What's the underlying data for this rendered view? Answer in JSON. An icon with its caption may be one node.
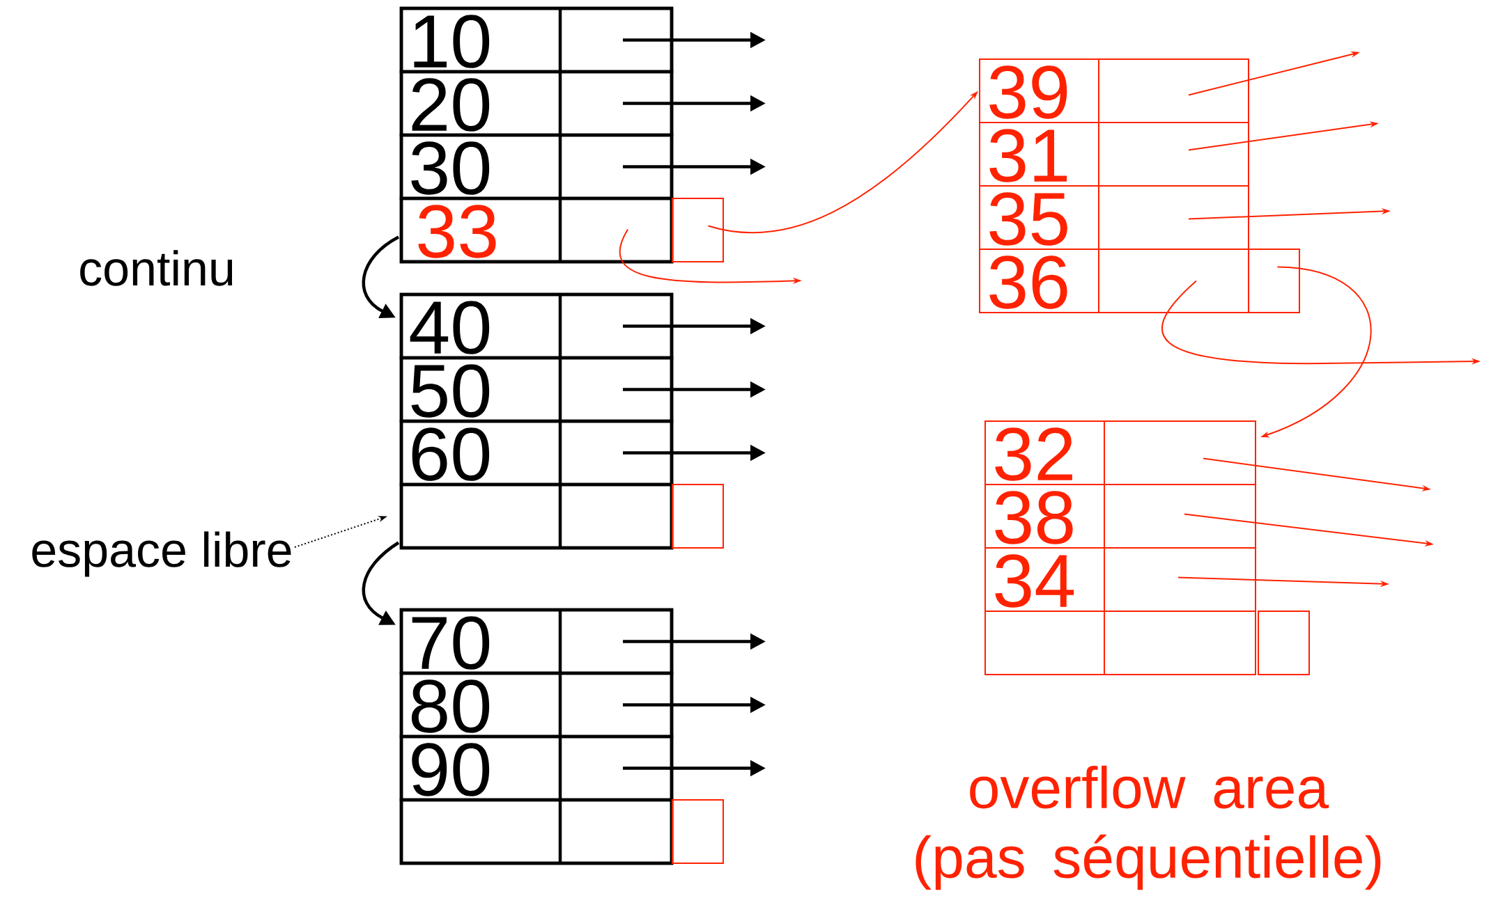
{
  "diagram": {
    "nodes": [
      {
        "text": [],
        "shape": "box"
      },
      {
        "text": [
          "10"
        ],
        "in": 0
      },
      {
        "text": [
          "20"
        ],
        "in": 0
      },
      {
        "text": [
          "30"
        ],
        "in": 0
      },
      {
        "text": [
          "33"
        ],
        "in": 0
      },
      {
        "text": [],
        "shape": "box"
      },
      {
        "text": [],
        "shape": "box"
      },
      {
        "text": [
          "40"
        ],
        "in": 6
      },
      {
        "text": [
          "50"
        ],
        "in": 6
      },
      {
        "text": [
          "60"
        ],
        "in": 6
      },
      {
        "text": [],
        "shape": "box",
        "in": 6
      },
      {
        "text": [],
        "shape": "box"
      },
      {
        "text": [
          "espace libre"
        ]
      },
      {
        "text": [],
        "shape": "box"
      },
      {
        "text": [
          "70"
        ],
        "in": 13
      },
      {
        "text": [
          "80"
        ],
        "in": 13
      },
      {
        "text": [
          "90"
        ],
        "in": 13
      },
      {
        "text": [],
        "shape": "box",
        "in": 13
      },
      {
        "text": [],
        "shape": "box"
      },
      {
        "text": [],
        "shape": "box"
      },
      {
        "text": [
          "39"
        ],
        "in": 19
      },
      {
        "text": [
          "31"
        ],
        "in": 19
      },
      {
        "text": [
          "35"
        ],
        "in": 19
      },
      {
        "text": [
          "36"
        ],
        "in": 19
      },
      {
        "text": [],
        "shape": "box"
      },
      {
        "text": [],
        "shape": "box"
      },
      {
        "text": [
          "32"
        ],
        "in": 25
      },
      {
        "text": [
          "38"
        ],
        "in": 25
      },
      {
        "text": [
          "34"
        ],
        "in": 25
      },
      {
        "text": [],
        "shape": "box",
        "in": 25
      },
      {
        "text": [],
        "shape": "box"
      }
    ],
    "edges": [
      {
        "from": 1,
        "to": null,
        "arrow": "to"
      },
      {
        "from": 2,
        "to": null,
        "arrow": "to"
      },
      {
        "from": 3,
        "to": null,
        "arrow": "to"
      },
      {
        "from": 4,
        "to": 7,
        "arrow": "to"
      },
      {
        "from": 5,
        "to": 20,
        "arrow": "to",
        "color": "#ff2200"
      },
      {
        "from": 4,
        "to": null,
        "arrow": "to",
        "color": "#ff2200"
      },
      {
        "from": 7,
        "to": null,
        "arrow": "to"
      },
      {
        "from": 8,
        "to": null,
        "arrow": "to"
      },
      {
        "from": 9,
        "to": null,
        "arrow": "to"
      },
      {
        "from": 12,
        "to": 10,
        "arrow": "to",
        "style": "dashed"
      },
      {
        "from": 10,
        "to": 14,
        "arrow": "to"
      },
      {
        "from": 14,
        "to": null,
        "arrow": "to"
      },
      {
        "from": 15,
        "to": null,
        "arrow": "to"
      },
      {
        "from": 16,
        "to": null,
        "arrow": "to"
      },
      {
        "from": 20,
        "to": null,
        "arrow": "to",
        "color": "#ff2200"
      },
      {
        "from": 21,
        "to": null,
        "arrow": "to",
        "color": "#ff2200"
      },
      {
        "from": 22,
        "to": null,
        "arrow": "to",
        "color": "#ff2200"
      },
      {
        "from": 23,
        "to": null,
        "arrow": "to",
        "color": "#ff2200"
      },
      {
        "from": 24,
        "to": 25,
        "arrow": "to",
        "color": "#ff2200"
      },
      {
        "from": 26,
        "to": null,
        "arrow": "to",
        "color": "#ff2200"
      },
      {
        "from": 27,
        "to": null,
        "arrow": "to",
        "color": "#ff2200"
      },
      {
        "from": 28,
        "to": null,
        "arrow": "to",
        "color": "#ff2200"
      }
    ],
    "labels": [
      "continu",
      "overflow area (pas séquentielle)"
    ]
  }
}
